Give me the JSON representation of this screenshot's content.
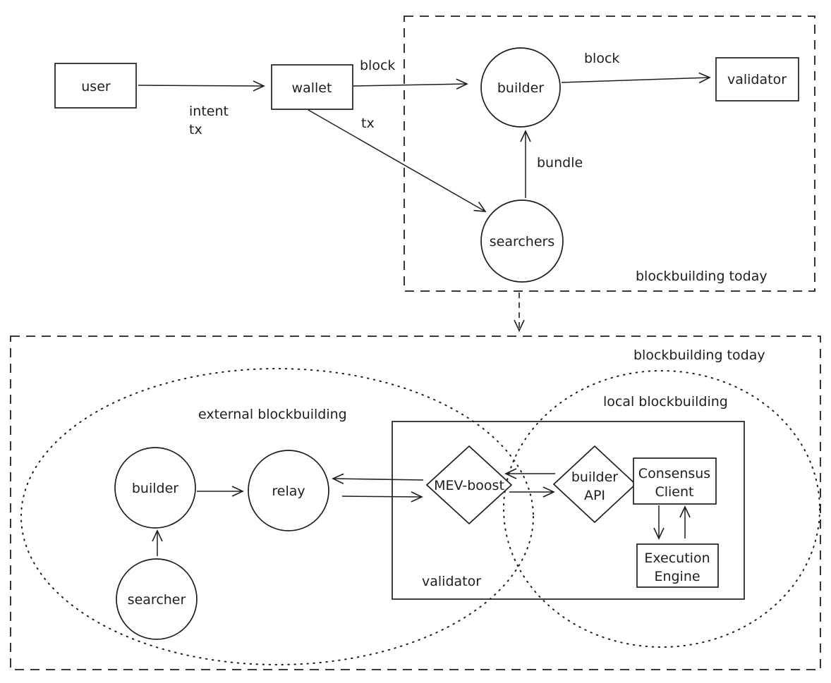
{
  "colors": {
    "stroke": "#1e1e1e",
    "background": "#ffffff"
  },
  "top": {
    "frame_label": "blockbuilding today",
    "nodes": {
      "user": "user",
      "wallet": "wallet",
      "builder": "builder",
      "validator": "validator",
      "searchers": "searchers"
    },
    "labels": {
      "intent_line1": "intent",
      "intent_line2": "tx",
      "block_wallet_builder": "block",
      "tx_wallet_searchers": "tx",
      "block_builder_validator": "block",
      "bundle": "bundle"
    }
  },
  "bottom": {
    "frame_label": "blockbuilding today",
    "groups": {
      "external": "external blockbuilding",
      "local": "local blockbuilding"
    },
    "nodes": {
      "builder": "builder",
      "relay": "relay",
      "searcher": "searcher",
      "validator": "validator",
      "mev_boost": "MEV-boost",
      "builder_api": {
        "line1": "builder",
        "line2": "API"
      },
      "consensus_client": {
        "line1": "Consensus",
        "line2": "Client"
      },
      "execution_engine": {
        "line1": "Execution",
        "line2": "Engine"
      }
    }
  }
}
